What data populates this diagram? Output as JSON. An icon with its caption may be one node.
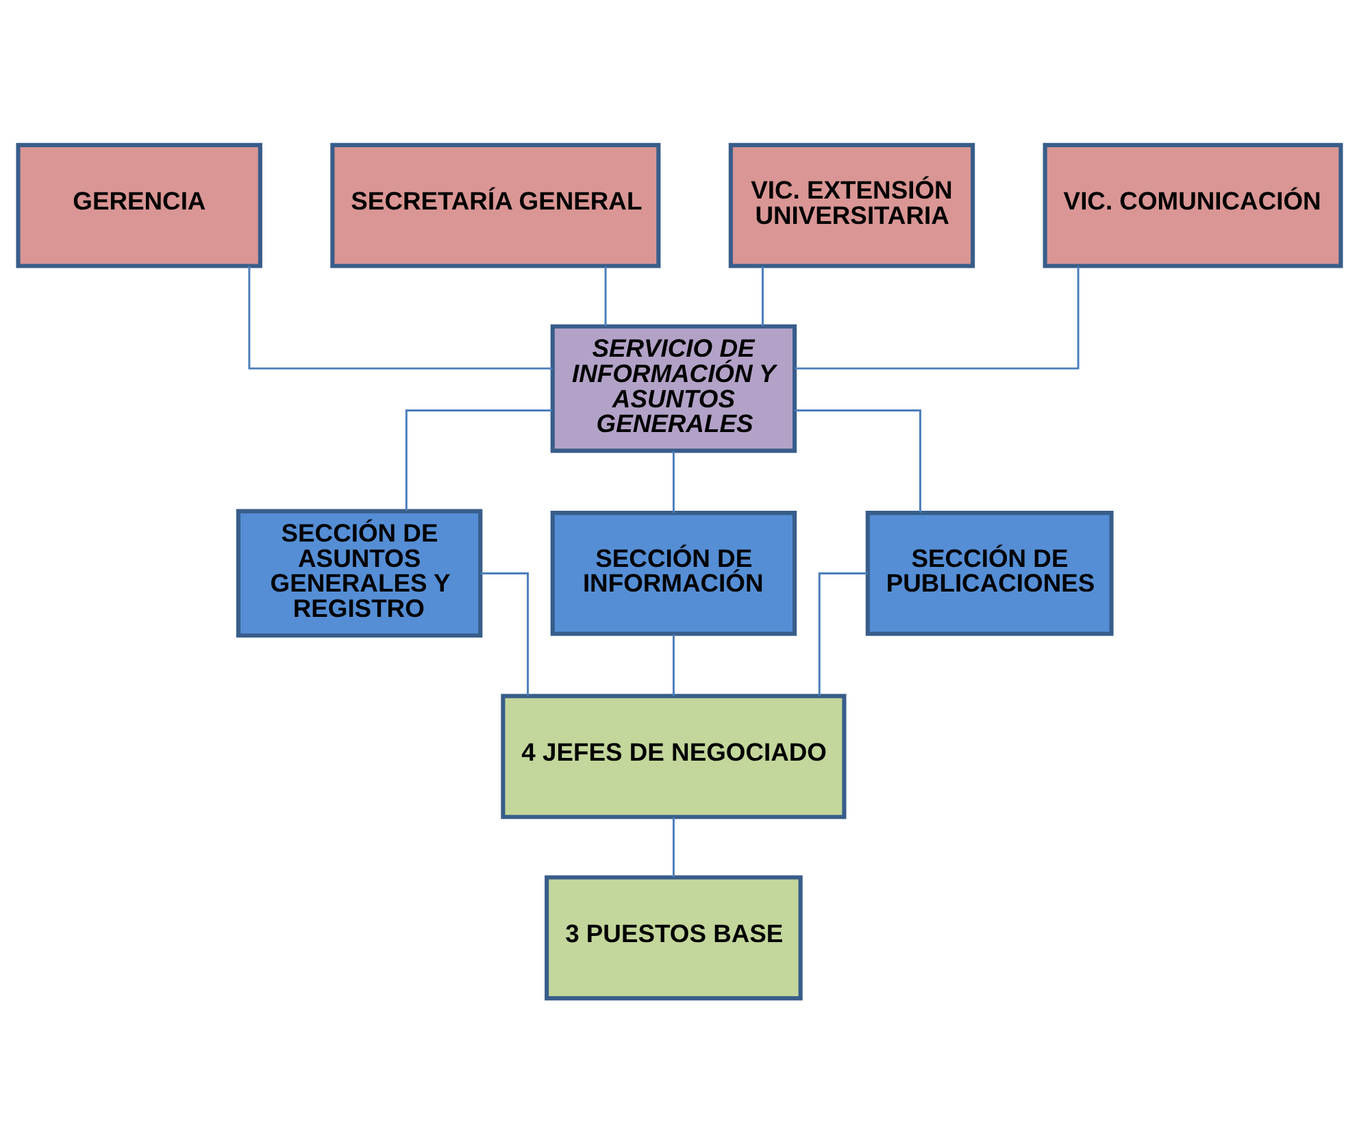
{
  "diagram": {
    "nodes": [
      {
        "text": [
          "GERENCIA"
        ]
      },
      {
        "text": [
          "SECRETARÍA GENERAL"
        ]
      },
      {
        "text": [
          "VIC. EXTENSIÓN UNIVERSITARIA"
        ]
      },
      {
        "text": [
          "VIC. COMUNICACIÓN"
        ]
      },
      {
        "text": [
          "SERVICIO DE INFORMACIÓN Y ASUNTOS GENERALES"
        ]
      },
      {
        "text": [
          "SECCIÓN DE ASUNTOS GENERALES Y REGISTRO"
        ]
      },
      {
        "text": [
          "SECCIÓN DE INFORMACIÓN"
        ]
      },
      {
        "text": [
          "SECCIÓN DE PUBLICACIONES"
        ]
      },
      {
        "text": [
          "4 JEFES DE NEGOCIADO"
        ]
      },
      {
        "text": [
          "3 PUESTOS BASE"
        ]
      }
    ],
    "edges": [
      {
        "from": 0,
        "to": 4,
        "arrow": "none"
      },
      {
        "from": 1,
        "to": 4,
        "arrow": "none"
      },
      {
        "from": 2,
        "to": 4,
        "arrow": "none"
      },
      {
        "from": 3,
        "to": 4,
        "arrow": "none"
      },
      {
        "from": 4,
        "to": 5,
        "arrow": "none"
      },
      {
        "from": 4,
        "to": 6,
        "arrow": "none"
      },
      {
        "from": 4,
        "to": 7,
        "arrow": "none"
      },
      {
        "from": 5,
        "to": 8,
        "arrow": "none"
      },
      {
        "from": 6,
        "to": 8,
        "arrow": "none"
      },
      {
        "from": 7,
        "to": 8,
        "arrow": "none"
      },
      {
        "from": 8,
        "to": 9,
        "arrow": "none"
      }
    ]
  }
}
